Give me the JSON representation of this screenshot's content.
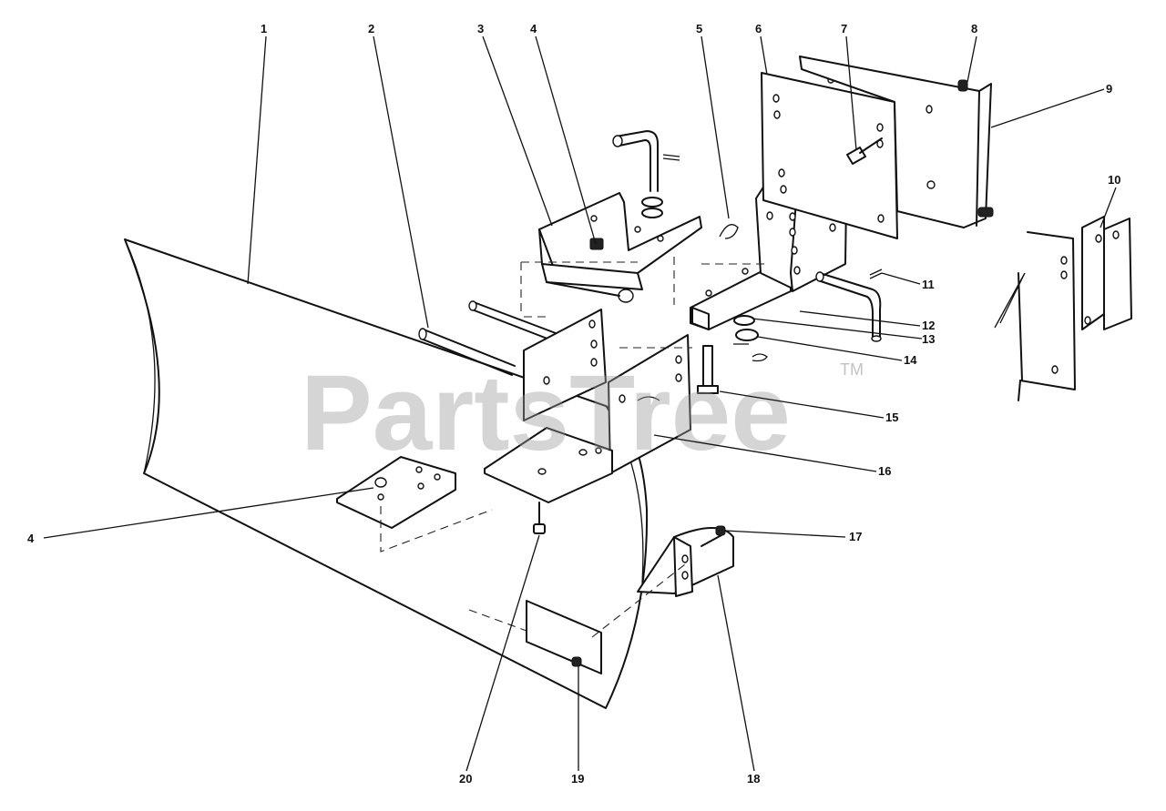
{
  "watermark": {
    "brand": "PartsTree",
    "trademark": "TM"
  },
  "callouts": [
    "1",
    "2",
    "3",
    "4",
    "5",
    "6",
    "7",
    "8",
    "9",
    "10",
    "11",
    "12",
    "13",
    "14",
    "15",
    "16",
    "17",
    "18",
    "19",
    "20",
    "4"
  ]
}
